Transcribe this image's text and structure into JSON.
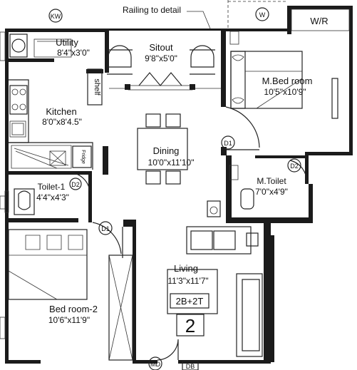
{
  "note_label": "Railing to detail",
  "rooms": {
    "utility": {
      "name": "Utility",
      "dim": "8'4\"x3'0\""
    },
    "sitout": {
      "name": "Sitout",
      "dim": "9'8\"x5'0\""
    },
    "master_bed": {
      "name": "M.Bed room",
      "dim": "10'5\"x10'9\""
    },
    "kitchen": {
      "name": "Kitchen",
      "dim": "8'0\"x8'4.5\""
    },
    "dining": {
      "name": "Dining",
      "dim": "10'0\"x11'10\""
    },
    "toilet1": {
      "name": "Toilet-1",
      "dim": "4'4\"x4'3\""
    },
    "mtoilet": {
      "name": "M.Toilet",
      "dim": "7'0\"x4'9\""
    },
    "living": {
      "name": "Living",
      "dim": "11'3\"x11'7\""
    },
    "bed2": {
      "name": "Bed room-2",
      "dim": "10'6\"x11'9\""
    },
    "wr": {
      "name": "W/R"
    }
  },
  "tags": {
    "kw": "KW",
    "w": "W",
    "shelf": "shelf",
    "fridge": "Fridge",
    "d1_top": "D1",
    "d2_right": "D2",
    "d2_left": "D2",
    "d1_bed": "D1",
    "md": "MD",
    "db": "DB",
    "type": "2B+2T",
    "unit": "2"
  }
}
